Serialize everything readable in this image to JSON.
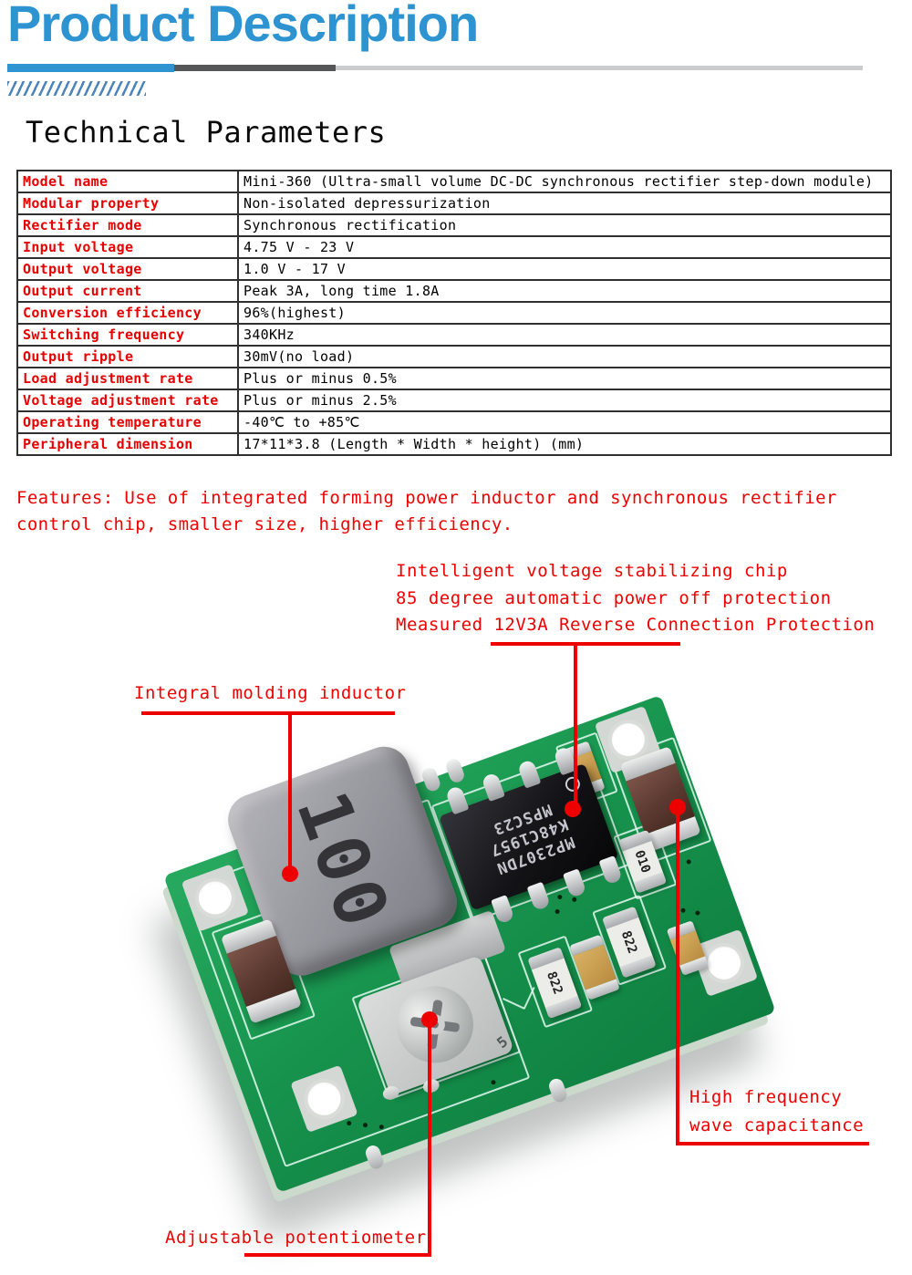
{
  "page": {
    "title": "Product Description",
    "section_heading": "Technical Parameters",
    "accent_blue": "#2E93D1",
    "accent_red": "#EE0000",
    "divider_colors": {
      "blue": "#2E93D1",
      "dark_gray": "#555658",
      "light_gray": "#CBCCCE"
    }
  },
  "table": {
    "rows": [
      {
        "label": "Model name",
        "value": "Mini-360 (Ultra-small volume DC-DC synchronous rectifier step-down module)"
      },
      {
        "label": "Modular property",
        "value": "Non-isolated depressurization"
      },
      {
        "label": "Rectifier mode",
        "value": "Synchronous rectification"
      },
      {
        "label": "Input voltage",
        "value": "4.75 V - 23 V"
      },
      {
        "label": "Output voltage",
        "value": "1.0 V - 17 V"
      },
      {
        "label": "Output current",
        "value": "Peak 3A, long time 1.8A"
      },
      {
        "label": "Conversion efficiency",
        "value": "96%(highest)"
      },
      {
        "label": "Switching frequency",
        "value": "340KHz"
      },
      {
        "label": "Output ripple",
        "value": "30mV(no load)"
      },
      {
        "label": "Load adjustment rate",
        "value": "Plus or minus 0.5%"
      },
      {
        "label": "Voltage adjustment rate",
        "value": "Plus or minus 2.5%"
      },
      {
        "label": "Operating temperature",
        "value": "-40℃ to +85℃"
      },
      {
        "label": "Peripheral dimension",
        "value": "17*11*3.8 (Length * Width * height) (mm)"
      }
    ]
  },
  "features": {
    "text": "Features: Use of integrated forming power inductor and synchronous rectifier control chip, smaller size, higher efficiency."
  },
  "annotations": {
    "chip_note_lines": [
      "Intelligent voltage stabilizing chip",
      "85 degree automatic power off protection",
      "Measured 12V3A Reverse Connection Protection"
    ],
    "inductor_label": "Integral molding inductor",
    "capacitor_label_line1": "High frequency",
    "capacitor_label_line2": "wave capacitance",
    "potentiometer_label": "Adjustable potentiometer"
  },
  "board": {
    "inductor_marking": "100",
    "chip_text_lines": [
      "MP2307DN",
      "K48C1957",
      "MPSC23"
    ],
    "resistor_markings": [
      "822",
      "822",
      "010"
    ],
    "potentiometer_marking": "5"
  }
}
